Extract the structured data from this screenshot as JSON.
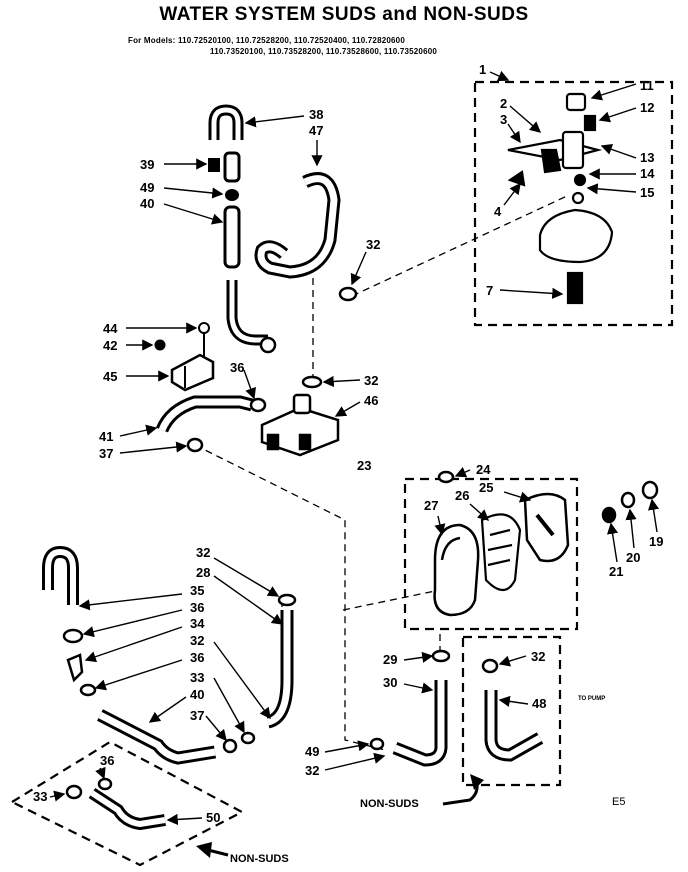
{
  "header": {
    "title": "WATER SYSTEM SUDS and NON-SUDS",
    "models_line1": "For Models: 110.72520100, 110.72528200, 110.72520400, 110.72820600",
    "models_line2": "110.73520100, 110.73528200, 110.73528600, 110.73520600"
  },
  "callouts": {
    "c1": "1",
    "c2": "2",
    "c3": "3",
    "c4": "4",
    "c7": "7",
    "c11": "11",
    "c12": "12",
    "c13": "13",
    "c14": "14",
    "c15": "15",
    "c38": "38",
    "c47": "47",
    "c39": "39",
    "c49a": "49",
    "c40a": "40",
    "c32a": "32",
    "c44": "44",
    "c42": "42",
    "c45": "45",
    "c36a": "36",
    "c32b": "32",
    "c46": "46",
    "c41": "41",
    "c37a": "37",
    "c23": "23",
    "c24": "24",
    "c27": "27",
    "c26": "26",
    "c25": "25",
    "c21": "21",
    "c20": "20",
    "c19": "19",
    "c32c": "32",
    "c28": "28",
    "c35": "35",
    "c36b": "36",
    "c34": "34",
    "c32d": "32",
    "c36c": "36",
    "c33a": "33",
    "c40b": "40",
    "c37b": "37",
    "c29": "29",
    "c30": "30",
    "c32e": "32",
    "c48": "48",
    "c49b": "49",
    "c32f": "32",
    "c36d": "36",
    "c33b": "33",
    "c50": "50"
  },
  "labels": {
    "non_suds_center": "NON-SUDS",
    "non_suds_bottom": "NON-SUDS",
    "to_pump": "TO PUMP",
    "page_code": "E5"
  }
}
